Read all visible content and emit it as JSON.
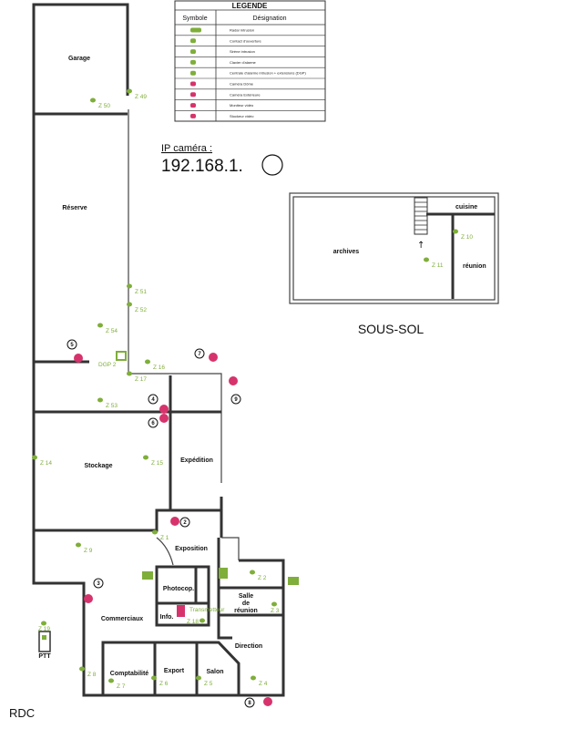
{
  "legend": {
    "title": "LEGENDE",
    "col_symbol": "Symbole",
    "col_designation": "Désignation",
    "items": [
      {
        "label": "Radar intrusion",
        "icon": "radar-icon"
      },
      {
        "label": "Contact d'ouverture",
        "icon": "contact-icon"
      },
      {
        "label": "Sirène intrusion",
        "icon": "siren-icon"
      },
      {
        "label": "Clavier d'alarme",
        "icon": "keypad-icon"
      },
      {
        "label": "Centrale d'alarme intrusion + extensions (DGP)",
        "icon": "alarm-panel-icon"
      },
      {
        "label": "Caméra Dôme",
        "icon": "dome-camera-icon"
      },
      {
        "label": "Caméra Extérieure",
        "icon": "outdoor-camera-icon"
      },
      {
        "label": "Moniteur vidéo",
        "icon": "monitor-icon"
      },
      {
        "label": "Stockeur vidéo",
        "icon": "recorder-icon"
      }
    ]
  },
  "ip": {
    "label": "IP caméra :",
    "value": "192.168.1."
  },
  "floors": {
    "rdc": "RDC",
    "sous_sol": "SOUS-SOL"
  },
  "rooms": {
    "garage": "Garage",
    "reserve": "Réserve",
    "stockage": "Stockage",
    "expedition": "Expédition",
    "exposition": "Exposition",
    "photocop": "Photocop.",
    "info": "Info.",
    "commerciaux": "Commerciaux",
    "salle1": "Salle",
    "salle2": "de",
    "salle3": "réunion",
    "direction": "Direction",
    "comptabilite": "Comptabilité",
    "export": "Export",
    "salon": "Salon",
    "ptt": "PTT",
    "archives": "archives",
    "cuisine": "cuisine",
    "reunion": "réunion",
    "dgp": "DGP 2",
    "transmetteur": "Transmetteur"
  },
  "zones": [
    "Z 49",
    "Z 50",
    "Z 51",
    "Z 52",
    "Z 54",
    "Z 16",
    "Z 17",
    "Z 53",
    "Z 14",
    "Z 15",
    "Z 1",
    "Z 9",
    "Z 2",
    "Z 3",
    "Z 18",
    "Z 19",
    "Z 8",
    "Z 7",
    "Z 6",
    "Z 5",
    "Z 4",
    "Z 10",
    "Z 11"
  ],
  "cameras": [
    "5",
    "7",
    "9",
    "4",
    "6",
    "2",
    "3",
    "8"
  ],
  "colors": {
    "zone": "#7fae3a",
    "camera": "#d6336c",
    "wall": "#333333"
  }
}
